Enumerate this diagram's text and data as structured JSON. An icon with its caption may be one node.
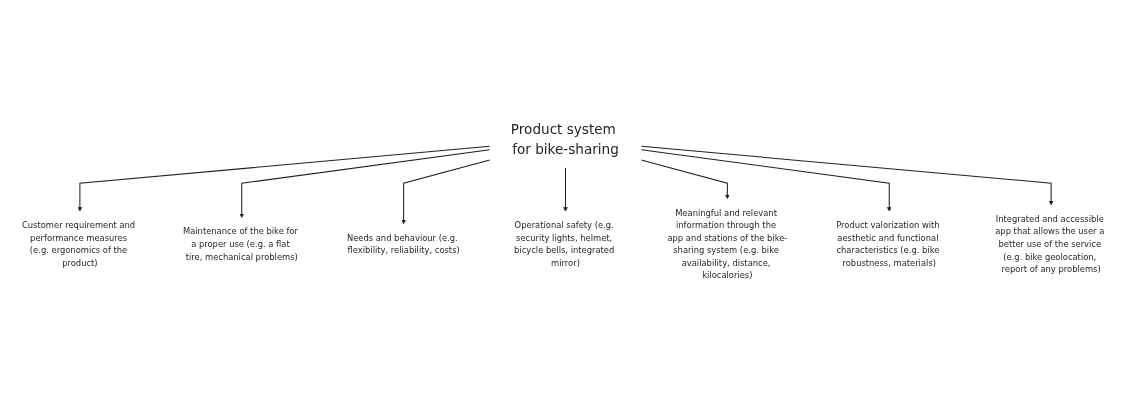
{
  "diagram": {
    "nodes": [
      {
        "text": [
          "Product system for bike-sharing"
        ]
      },
      {
        "text": [
          "Customer requirement and performance measures (e.g. ergonomics of the product)"
        ]
      },
      {
        "text": [
          "Maintenance of the bike for a proper use (e.g. a flat tire, mechanical problems)"
        ]
      },
      {
        "text": [
          "Needs and behaviour (e.g. flexibility, reliability, costs)"
        ]
      },
      {
        "text": [
          "Operational safety (e.g. security lights, helmet, bicycle bells, integrated mirror)"
        ]
      },
      {
        "text": [
          "Meaningful and relevant information through the app and stations of the bike-sharing system (e.g. bike availability, distance, kilocalories)"
        ]
      },
      {
        "text": [
          "Product valorization with aesthetic and functional characteristics (e.g. bike robustness, materials)"
        ]
      },
      {
        "text": [
          "Integrated and accessible app that allows the user a better use of the service (e.g. bike geolocation, report of any problems)"
        ]
      }
    ],
    "edges": [
      {
        "from": 0,
        "to": 1,
        "arrow": "to"
      },
      {
        "from": 0,
        "to": 2,
        "arrow": "to"
      },
      {
        "from": 0,
        "to": 3,
        "arrow": "to"
      },
      {
        "from": 0,
        "to": 4,
        "arrow": "to"
      },
      {
        "from": 0,
        "to": 5,
        "arrow": "to"
      },
      {
        "from": 0,
        "to": 6,
        "arrow": "to"
      },
      {
        "from": 0,
        "to": 7,
        "arrow": "to"
      }
    ]
  }
}
